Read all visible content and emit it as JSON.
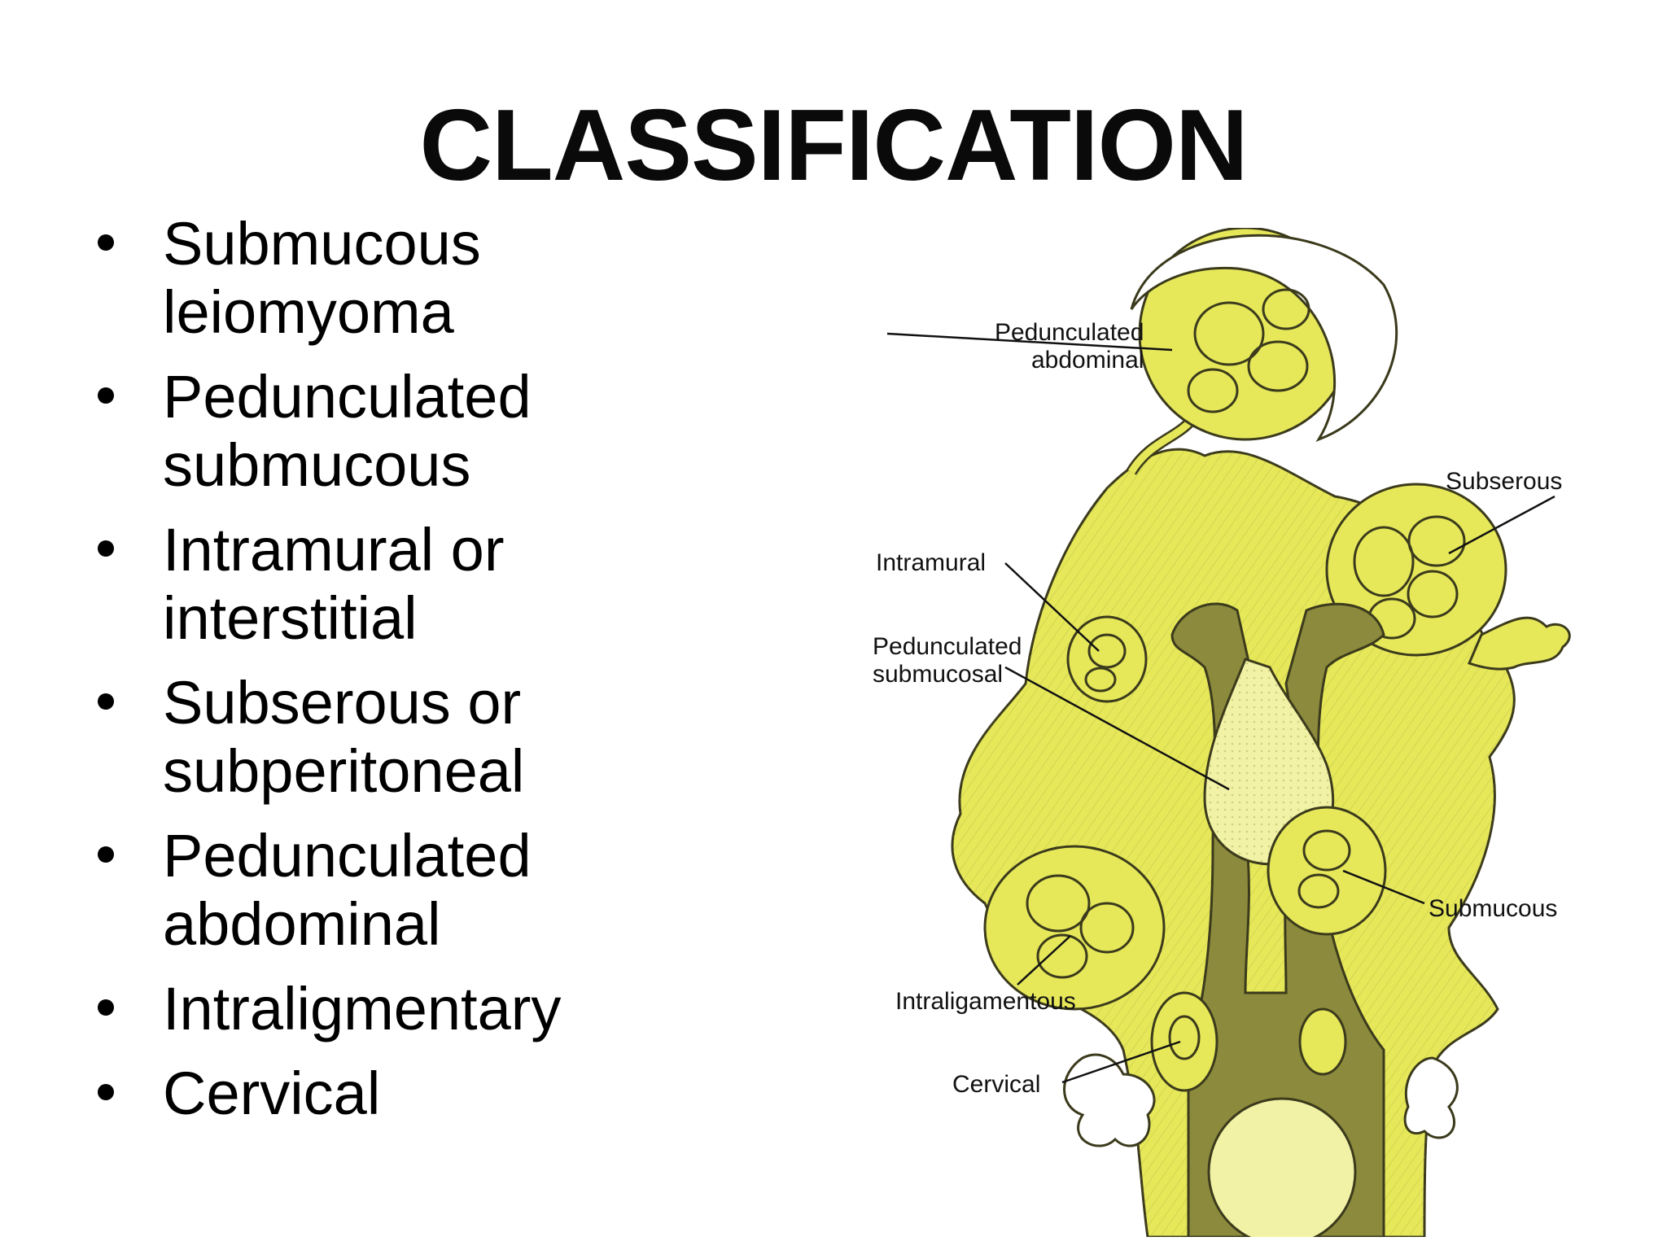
{
  "title": "CLASSIFICATION",
  "bullets": [
    [
      "Submucous",
      "leiomyoma"
    ],
    [
      "Pedunculated",
      "submucous"
    ],
    [
      "Intramural or",
      "interstitial"
    ],
    [
      "Subserous or",
      "subperitoneal"
    ],
    [
      "Pedunculated",
      "abdominal"
    ],
    [
      "Intraligmentary"
    ],
    [
      "Cervical"
    ]
  ],
  "diagram": {
    "labels": {
      "pedunculated_abdominal": [
        "Pedunculated",
        "abdominal"
      ],
      "subserous": "Subserous",
      "intramural": "Intramural",
      "pedunculated_submucosal": [
        "Pedunculated",
        "submucosal"
      ],
      "submucous": "Submucous",
      "intraligamentous": "Intraligamentous",
      "cervical": "Cervical"
    },
    "colors": {
      "tissue": "#e6e85a",
      "tissue_dark": "#b9b842",
      "cavity": "#8c8a3c",
      "outline": "#3b3a1c",
      "bulge": "#f2f2a6"
    }
  }
}
